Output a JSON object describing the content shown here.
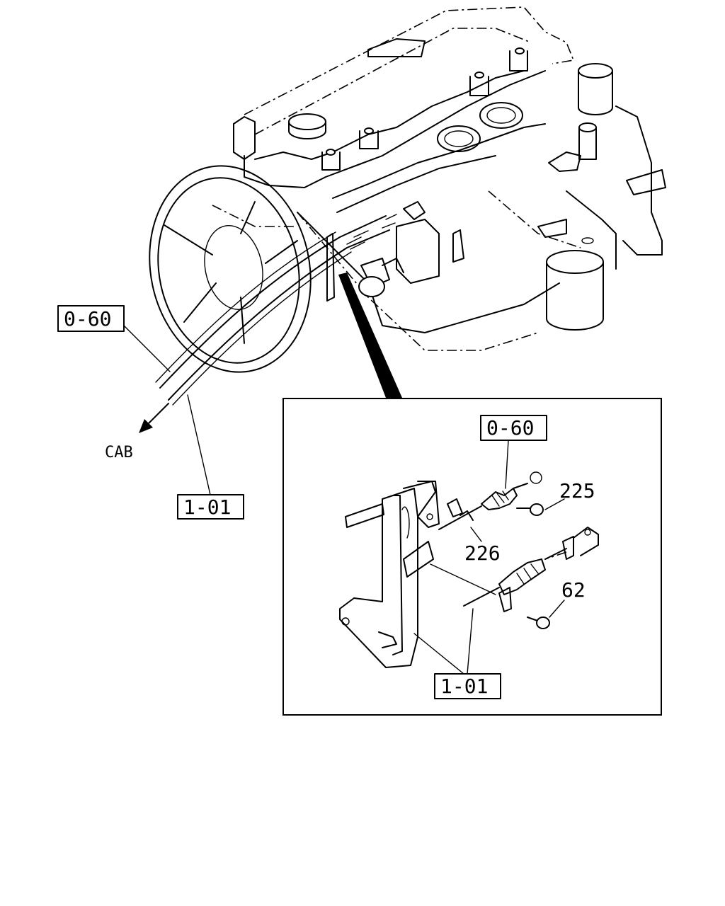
{
  "callouts": {
    "main_top": "0-60",
    "main_bottom": "1-01",
    "detail_top": "0-60",
    "detail_bottom": "1-01"
  },
  "labels": {
    "cab": "CAB",
    "part_225": "225",
    "part_226": "226",
    "part_62": "62"
  }
}
